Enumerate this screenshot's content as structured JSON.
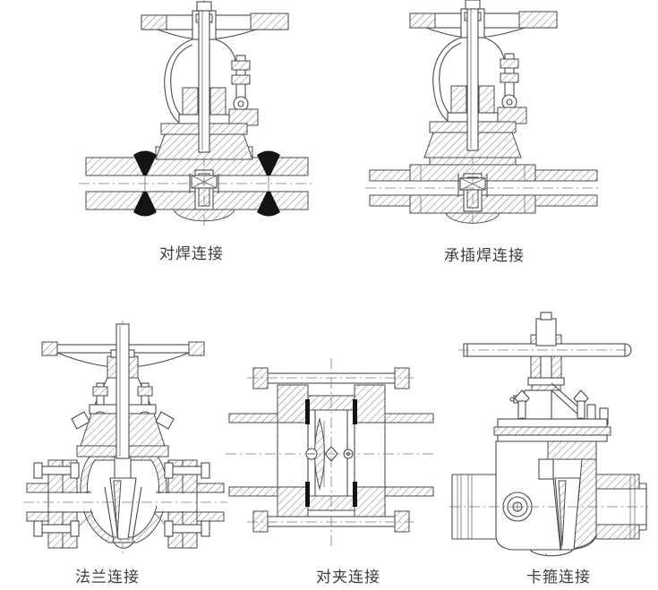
{
  "page": {
    "background_color": "#ffffff",
    "line_color": "#4a4a4a",
    "weld_mark_color": "#141414",
    "description": "Five sectional engineering drawings of valve end-connection types"
  },
  "figures": [
    {
      "id": "butt-weld",
      "label": "对焊连接"
    },
    {
      "id": "socket-weld",
      "label": "承插焊连接"
    },
    {
      "id": "flange",
      "label": "法兰连接"
    },
    {
      "id": "wafer",
      "label": "对夹连接"
    },
    {
      "id": "clamp",
      "label": "卡箍连接"
    }
  ]
}
